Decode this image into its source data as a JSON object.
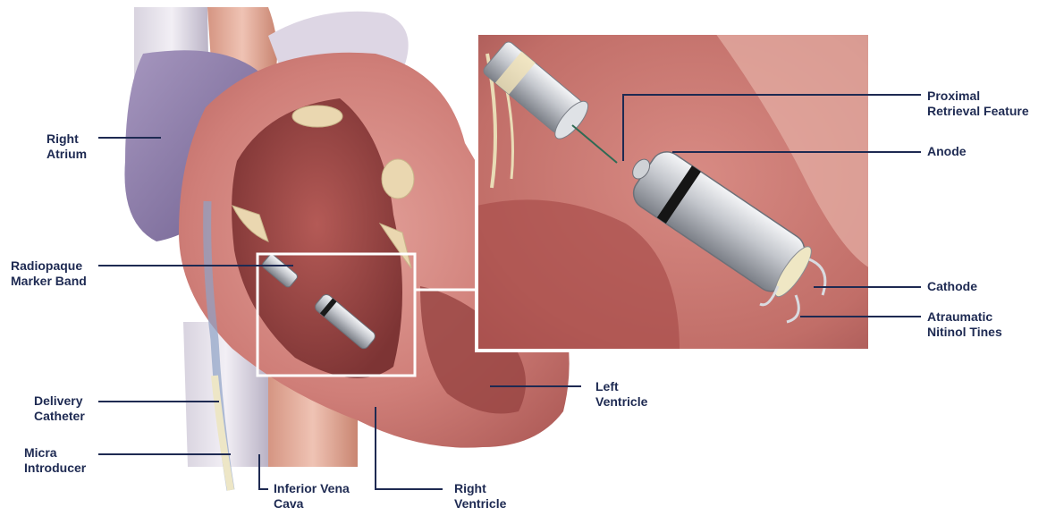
{
  "labels": {
    "right_atrium": [
      "Right",
      "Atrium"
    ],
    "radiopaque_marker_band": [
      "Radiopaque",
      "Marker Band"
    ],
    "delivery_catheter": [
      "Delivery",
      "Catheter"
    ],
    "micra_introducer": [
      "Micra",
      "Introducer"
    ],
    "inferior_vena_cava": [
      "Inferior Vena",
      "Cava"
    ],
    "right_ventricle": [
      "Right",
      "Ventricle"
    ],
    "left_ventricle": [
      "Left",
      "Ventricle"
    ],
    "proximal_retrieval_feature": [
      "Proximal",
      "Retrieval Feature"
    ],
    "anode": [
      "Anode"
    ],
    "cathode": [
      "Cathode"
    ],
    "atraumatic_nitinol_tines": [
      "Atraumatic",
      "Nitinol Tines"
    ]
  },
  "colors": {
    "label_text": "#1e2a52",
    "leader_line": "#1e2a52",
    "myocardium": "#c86d6b",
    "chamber_dark": "#8e3f3f",
    "atrium": "#8a79a8",
    "vessel": "#c9c3d3",
    "aorta": "#d9a08f",
    "device_metal": "#b9bcc2",
    "device_band": "#1a1a1a",
    "zoom_frame": "#ffffff"
  }
}
